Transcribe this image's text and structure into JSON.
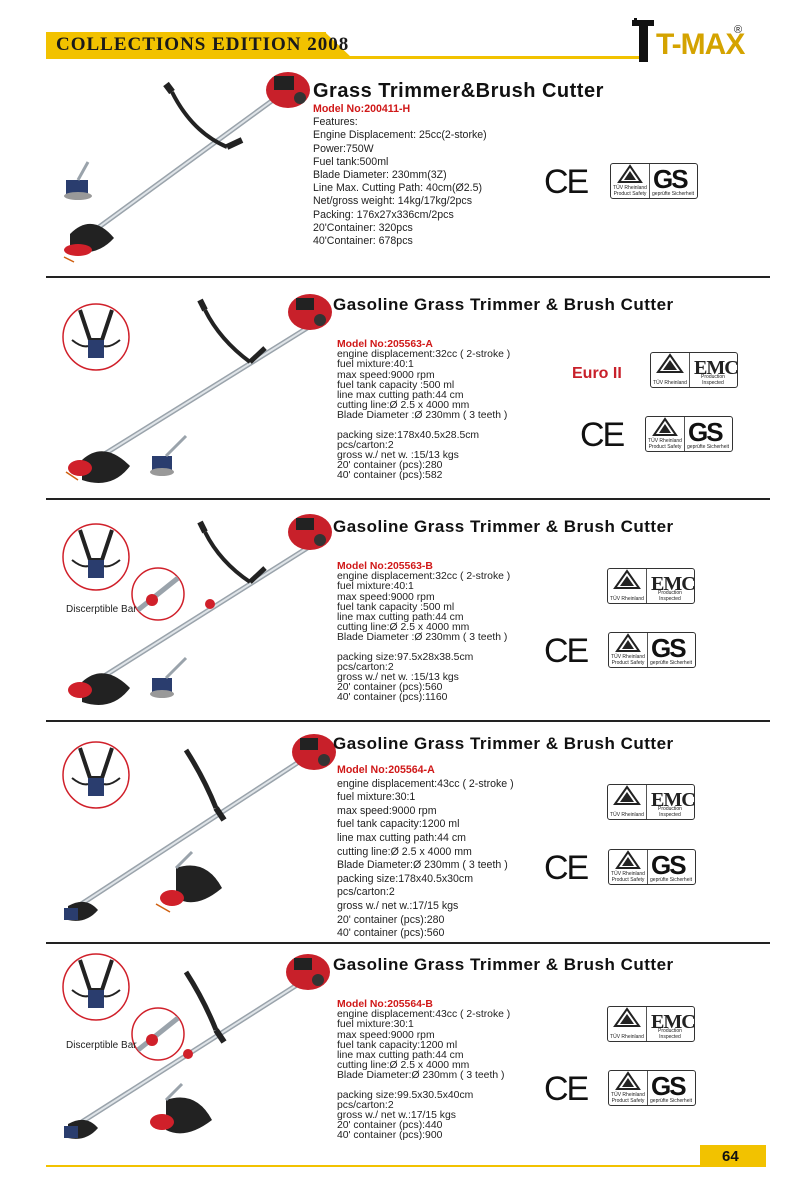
{
  "header": {
    "banner": "COLLECTIONS EDITION 2008",
    "logo": "T-MAX",
    "logo_reg": "®"
  },
  "products": [
    {
      "title": "Grass Trimmer&Brush Cutter",
      "model": "Model No:200411-H",
      "specs": [
        "Features:",
        "Engine Displacement: 25cc(2-storke)",
        "Power:750W",
        "Fuel tank:500ml",
        "Blade Diameter: 230mm(3Z)",
        "Line Max. Cutting Path: 40cm(Ø2.5)",
        "Net/gross weight: 14kg/17kg/2pcs",
        "Packing:  176x27x336cm/2pcs",
        "20'Container:  320pcs",
        "40'Container:  678pcs"
      ],
      "packing": []
    },
    {
      "title": "Gasoline Grass Trimmer & Brush Cutter",
      "model": "Model No:205563-A",
      "specs": [
        "engine displacement:32cc ( 2-stroke )",
        "fuel mixture:40:1",
        "max speed:9000 rpm",
        "fuel tank capacity   :500 ml",
        "line max cutting path:44 cm",
        "cutting line:Ø 2.5 x 4000 mm",
        "Blade Diameter   :Ø 230mm  ( 3 teeth )"
      ],
      "packing": [
        "packing size:178x40.5x28.5cm",
        "pcs/carton:2",
        "gross w./ net w.   :15/13 kgs",
        "20' container (pcs):280",
        "40' container (pcs):582"
      ],
      "badge": "Euro II"
    },
    {
      "title": "Gasoline Grass Trimmer & Brush Cutter",
      "model": "Model No:205563-B",
      "specs": [
        "engine displacement:32cc ( 2-stroke )",
        "fuel mixture:40:1",
        "max speed:9000 rpm",
        "fuel tank capacity   :500 ml",
        "line max cutting path:44 cm",
        "cutting line:Ø 2.5 x 4000 mm",
        "Blade Diameter   :Ø 230mm  ( 3 teeth )"
      ],
      "packing": [
        "packing size:97.5x28x38.5cm",
        "pcs/carton:2",
        "gross w./ net w.   :15/13 kgs",
        "20' container (pcs):560",
        "40' container (pcs):1160"
      ],
      "caption": "Discerptible Bar"
    },
    {
      "title": "Gasoline Grass Trimmer & Brush Cutter",
      "model": "Model No:205564-A",
      "specs": [
        "engine displacement:43cc ( 2-stroke )",
        "fuel mixture:30:1",
        "max speed:9000 rpm",
        "fuel tank capacity:1200 ml",
        "line max cutting path:44 cm",
        "cutting line:Ø 2.5 x 4000 mm",
        "Blade Diameter:Ø 230mm  ( 3 teeth )",
        "packing size:178x40.5x30cm",
        "pcs/carton:2",
        "gross w./ net w.:17/15 kgs",
        "20' container (pcs):280",
        "40' container (pcs):560"
      ],
      "packing": []
    },
    {
      "title": "Gasoline Grass Trimmer & Brush Cutter",
      "model": "Model No:205564-B",
      "specs": [
        "engine displacement:43cc ( 2-stroke )",
        "fuel mixture:30:1",
        "max speed:9000 rpm",
        "fuel tank capacity:1200 ml",
        "line max cutting path:44 cm",
        "cutting line:Ø 2.5 x 4000 mm",
        "Blade Diameter:Ø 230mm  ( 3 teeth )"
      ],
      "packing": [
        "packing size:99.5x30.5x40cm",
        "pcs/carton:2",
        "gross w./ net w.:17/15 kgs",
        "20' container (pcs):440",
        "40' container (pcs):900"
      ],
      "caption": "Discerptible Bar"
    }
  ],
  "certs": {
    "ce": "CE",
    "tuv_text": "TÜV Rheinland Product Safety",
    "tuv_rheinland": "TÜV Rheinland",
    "gs": "GS",
    "gs_small": "geprüfte Sicherheit",
    "emc": "EMC",
    "emc_small": "Production Inspected"
  },
  "footer": {
    "page": "64"
  },
  "colors": {
    "accent": "#f2c200",
    "model_red": "#d01818",
    "engine_red": "#c8202a"
  }
}
